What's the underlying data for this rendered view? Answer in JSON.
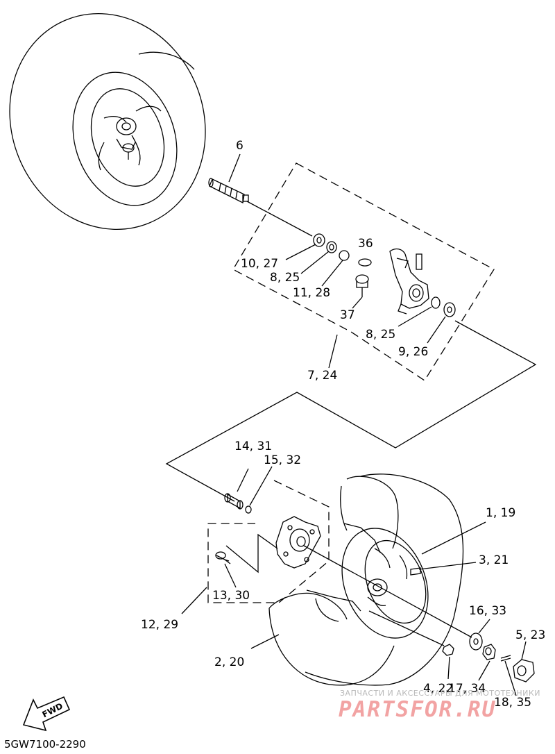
{
  "diagram_code": "5GW7100-2290",
  "direction_label": "FWD",
  "watermark": {
    "tagline": "ЗАПЧАСТИ И АКСЕССУАРЫ ДЛЯ МОТОТЕХНИКИ",
    "brand": "PARTSFOR.RU"
  },
  "part_labels": [
    {
      "id": "p6",
      "text": "6"
    },
    {
      "id": "p36",
      "text": "36"
    },
    {
      "id": "p10_27",
      "text": "10, 27"
    },
    {
      "id": "p8_25a",
      "text": "8, 25"
    },
    {
      "id": "p11_28",
      "text": "11, 28"
    },
    {
      "id": "p37",
      "text": "37"
    },
    {
      "id": "p8_25b",
      "text": "8, 25"
    },
    {
      "id": "p9_26",
      "text": "9, 26"
    },
    {
      "id": "p7_24",
      "text": "7, 24"
    },
    {
      "id": "p14_31",
      "text": "14, 31"
    },
    {
      "id": "p15_32",
      "text": "15, 32"
    },
    {
      "id": "p1_19",
      "text": "1, 19"
    },
    {
      "id": "p3_21",
      "text": "3, 21"
    },
    {
      "id": "p13_30",
      "text": "13, 30"
    },
    {
      "id": "p12_29",
      "text": "12, 29"
    },
    {
      "id": "p16_33",
      "text": "16, 33"
    },
    {
      "id": "p5_23",
      "text": "5, 23"
    },
    {
      "id": "p2_20",
      "text": "2, 20"
    },
    {
      "id": "p4_22",
      "text": "4, 22"
    },
    {
      "id": "p17_34",
      "text": "17, 34"
    },
    {
      "id": "p18_35",
      "text": "18, 35"
    }
  ]
}
